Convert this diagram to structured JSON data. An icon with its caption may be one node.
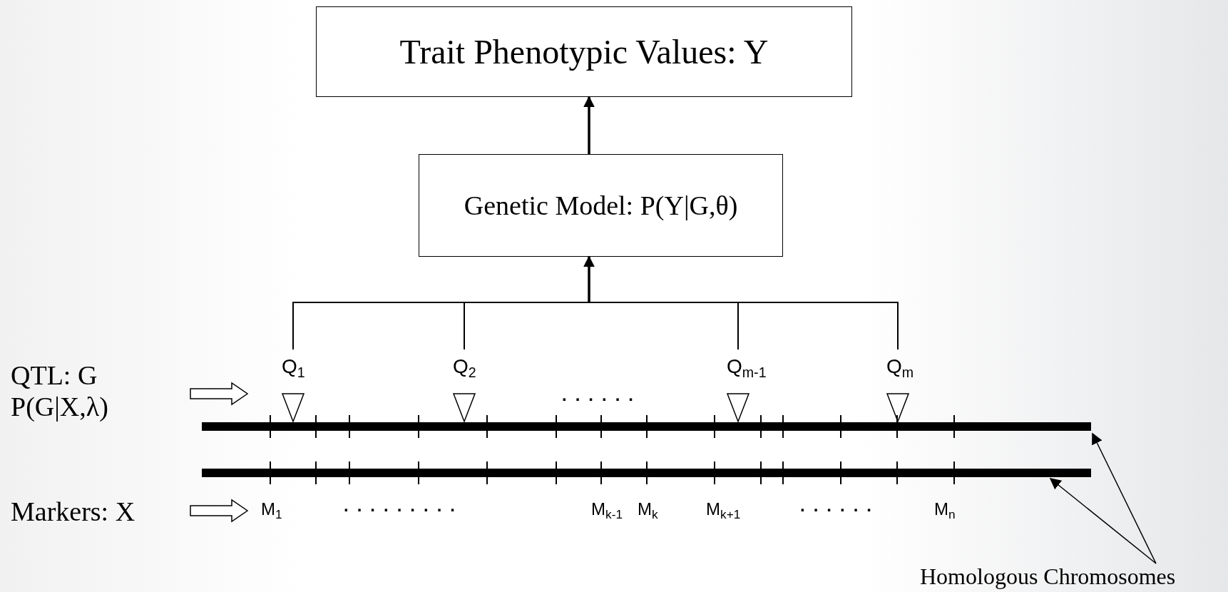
{
  "diagram": {
    "nodes": [
      {
        "text": [
          "Trait Phenotypic Values: Y"
        ]
      },
      {
        "text": [
          "Genetic Model: P(Y|G,θ)"
        ]
      },
      {
        "text": [
          "Q$_{1}$"
        ]
      },
      {
        "text": [
          "Q$_{2}$"
        ]
      },
      {
        "text": [
          "Q$_{m-1}$"
        ]
      },
      {
        "text": [
          "Q$_{m}$"
        ]
      },
      {
        "text": [],
        "shape": "bar"
      },
      {
        "text": [],
        "shape": "bar"
      },
      {
        "text": [
          "QTL: G",
          "P(G|X,λ)"
        ]
      },
      {
        "text": [
          "Markers: X"
        ]
      },
      {
        "text": [
          "Homologous Chromosomes"
        ]
      }
    ],
    "edges": [
      {
        "from": 1,
        "to": 0,
        "arrow": "to"
      },
      {
        "from": 2,
        "to": 1,
        "arrow": "to"
      },
      {
        "from": 3,
        "to": 1,
        "arrow": "to"
      },
      {
        "from": 4,
        "to": 1,
        "arrow": "to"
      },
      {
        "from": 5,
        "to": 1,
        "arrow": "to"
      },
      {
        "from": 10,
        "to": 6,
        "arrow": "to"
      },
      {
        "from": 10,
        "to": 7,
        "arrow": "to"
      }
    ],
    "labels": [
      "......",
      "M$_{1}$",
      ".........",
      "M$_{k-1}$",
      "M$_{k}$",
      "M$_{k+1}$",
      "......",
      "M$_{n}$"
    ]
  }
}
